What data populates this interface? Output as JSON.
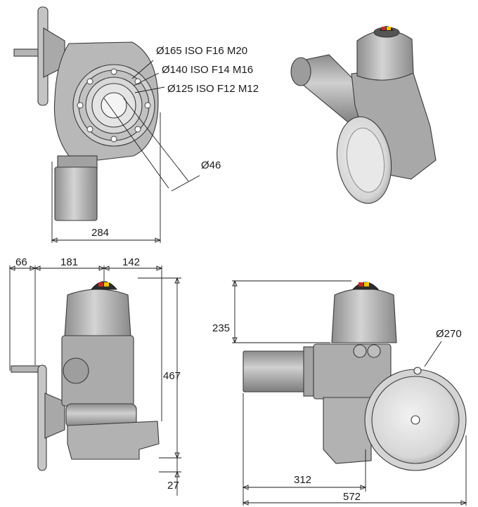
{
  "labels": {
    "flange_165": "Ø165 ISO F16 M20",
    "flange_140": "Ø140 ISO F14 M16",
    "flange_125": "Ø125 ISO F12 M12",
    "bore_46": "Ø46",
    "width_284": "284",
    "dim_66": "66",
    "dim_181": "181",
    "dim_142": "142",
    "height_467": "467",
    "dim_27": "27",
    "height_235": "235",
    "handwheel_270": "Ø270",
    "dim_312": "312",
    "length_572": "572"
  },
  "colors": {
    "body_light": "#bdbdbd",
    "body_mid": "#9a9a9a",
    "body_dark": "#6e6e6e",
    "indicator_red": "#c62828",
    "indicator_yellow": "#f2c400",
    "line": "#1a1a1a"
  }
}
